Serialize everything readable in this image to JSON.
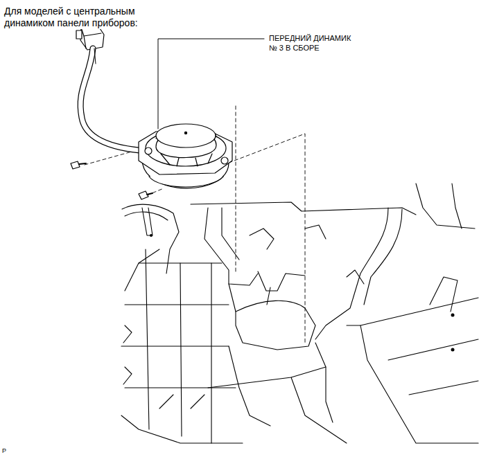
{
  "diagram": {
    "title": "Для моделей с центральным динамиком панели приборов:",
    "labels": [
      "ПЕРЕДНИЙ ДИНАМИК № 3 В СБОРЕ",
      "P"
    ]
  }
}
